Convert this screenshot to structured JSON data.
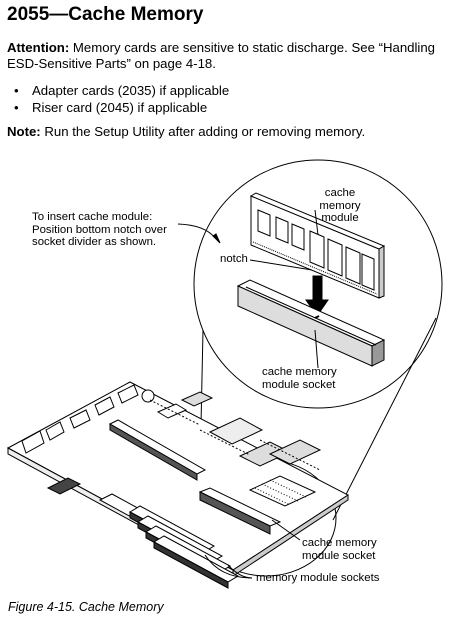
{
  "page": {
    "title": "2055—Cache Memory",
    "attention_label": "Attention:",
    "attention_line1": " Memory cards are sensitive to static discharge.  See “Handling",
    "attention_line2": "ESD-Sensitive Parts” on page  4-18.",
    "bullets": [
      "Adapter cards (2035) if applicable",
      "Riser card (2045) if applicable"
    ],
    "note_label": "Note:",
    "note_text": "  Run the Setup Utility after adding or removing memory."
  },
  "figure": {
    "instruction_line1": "To insert cache module:",
    "instruction_line2": "Position bottom notch over",
    "instruction_line3": "socket divider as shown.",
    "label_cache_module_line1": "cache",
    "label_cache_module_line2": "memory module",
    "label_notch": "notch",
    "label_socket_detail_line1": "cache memory",
    "label_socket_detail_line2": "module socket",
    "label_socket_board_line1": "cache memory",
    "label_socket_board_line2": "module socket",
    "label_memory_sockets": "memory module sockets",
    "caption": "Figure   4-15. Cache Memory"
  }
}
